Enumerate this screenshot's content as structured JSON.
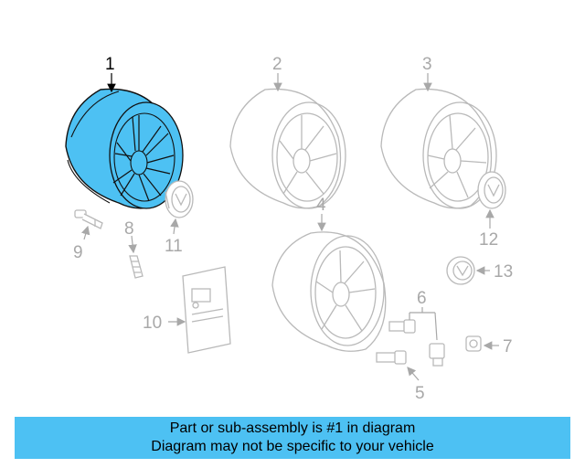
{
  "diagram": {
    "highlighted_part": "1",
    "highlight_color": "#4dc1f3",
    "callouts": [
      "1",
      "2",
      "3",
      "4",
      "5",
      "6",
      "7",
      "8",
      "9",
      "10",
      "11",
      "12",
      "13"
    ]
  },
  "banner": {
    "line1": "Part or sub-assembly is #1 in diagram",
    "line2": "Diagram may not be specific to your vehicle",
    "background": "#4dc1f3"
  }
}
